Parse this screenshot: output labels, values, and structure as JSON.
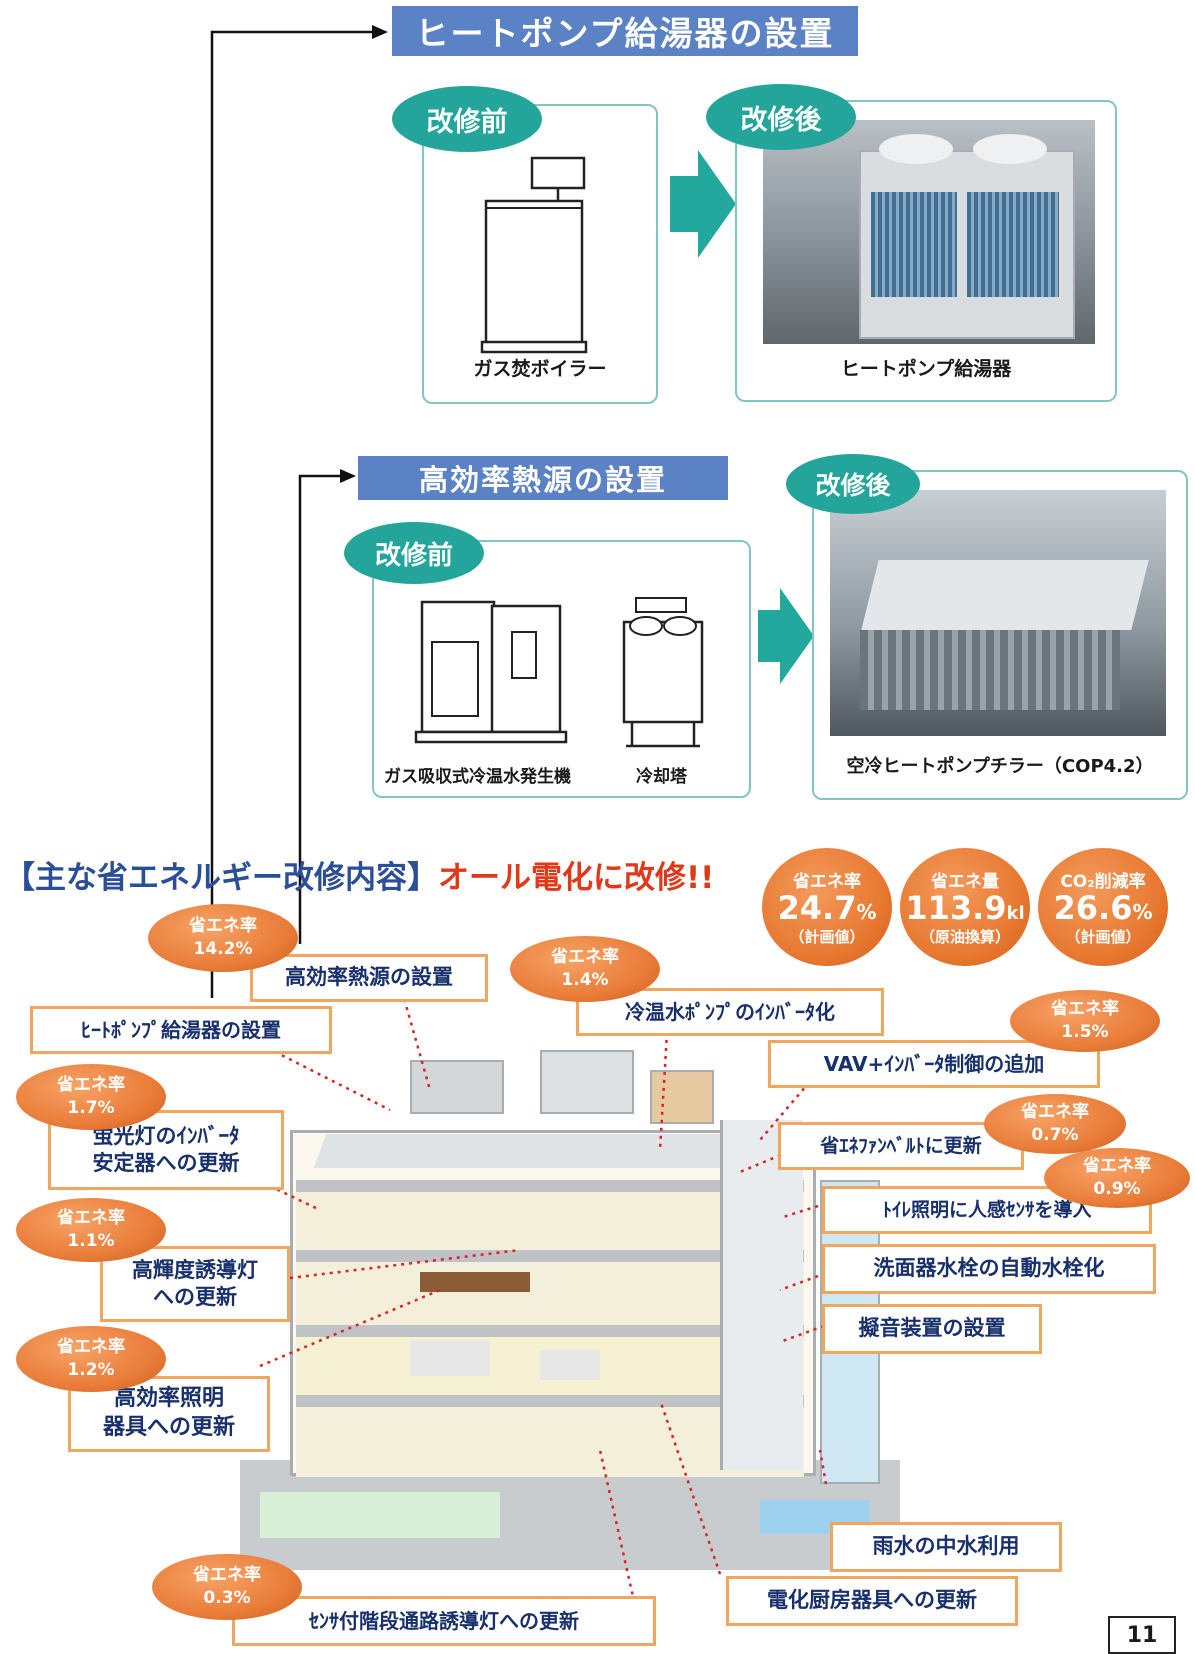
{
  "section1": {
    "title": "ヒートポンプ給湯器の設置",
    "before_tag": "改修前",
    "after_tag": "改修後",
    "before_caption": "ガス焚ボイラー",
    "after_caption": "ヒートポンプ給湯器"
  },
  "section2": {
    "title": "高効率熱源の設置",
    "before_tag": "改修前",
    "after_tag": "改修後",
    "before_caption_1": "ガス吸収式冷温水発生機",
    "before_caption_2": "冷却塔",
    "after_caption": "空冷ヒートポンプチラー（COP4.2）"
  },
  "heading": {
    "main": "【主な省エネルギー改修内容】",
    "accent": "オール電化に改修!!"
  },
  "kpis": [
    {
      "label": "省エネ率",
      "value": "24.7",
      "unit": "%",
      "sub": "（計画値）"
    },
    {
      "label": "省エネ量",
      "value": "113.9",
      "unit": "kl",
      "sub": "（原油換算）"
    },
    {
      "label": "CO₂削減率",
      "value": "26.6",
      "unit": "%",
      "sub": "（計画値）"
    }
  ],
  "badge_label": "省エネ率",
  "badges": {
    "b142": "14.2%",
    "b14": "1.4%",
    "b15": "1.5%",
    "b17": "1.7%",
    "b07": "0.7%",
    "b09": "0.9%",
    "b11": "1.1%",
    "b12": "1.2%",
    "b03": "0.3%"
  },
  "labels": {
    "heat_source": "高効率熱源の設置",
    "heat_pump": "ﾋｰﾄﾎﾟﾝﾌﾟ給湯器の設置",
    "pump_inverter": "冷温水ﾎﾟﾝﾌﾟのｲﾝﾊﾞｰﾀ化",
    "vav": "VAV+ｲﾝﾊﾞｰﾀ制御の追加",
    "fluorescent": "蛍光灯のｲﾝﾊﾞｰﾀ\n安定器への更新",
    "fan_belt": "省ｴﾈﾌｧﾝﾍﾞﾙﾄに更新",
    "toilet": "ﾄｲﾚ照明に人感ｾﾝｻを導入",
    "exit_light": "高輝度誘導灯\nへの更新",
    "faucet": "洗面器水栓の自動水栓化",
    "sound": "擬音装置の設置",
    "lighting": "高効率照明\n器具への更新",
    "rain": "雨水の中水利用",
    "kitchen": "電化厨房器具への更新",
    "stair": "ｾﾝｻ付階段通路誘導灯への更新"
  },
  "page_number": "11"
}
